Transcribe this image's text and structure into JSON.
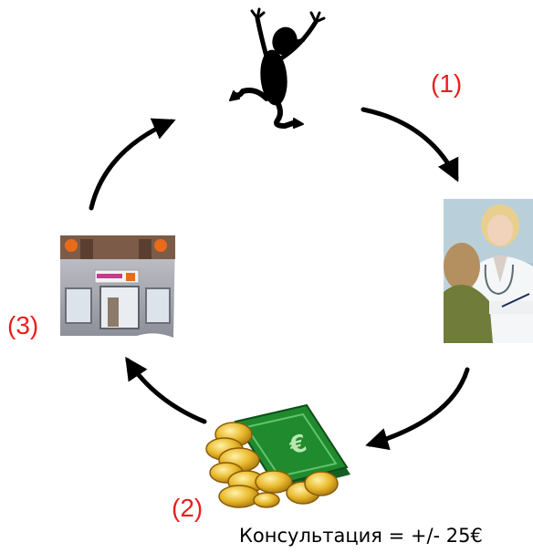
{
  "steps": {
    "step1": "(1)",
    "step2": "(2)",
    "step3": "(3)"
  },
  "price_note": "Консультация = +/- 25€",
  "nodes": {
    "person": "running-person-icon",
    "doctor": "doctor-consultation-photo",
    "money": "coins-and-euro-banknotes",
    "pharmacy": "pharmacy-building-photo"
  },
  "colors": {
    "label": "#e8201c",
    "arrow": "#000000",
    "banknote": "#1f8a2e",
    "coin": "#e7b62a"
  }
}
